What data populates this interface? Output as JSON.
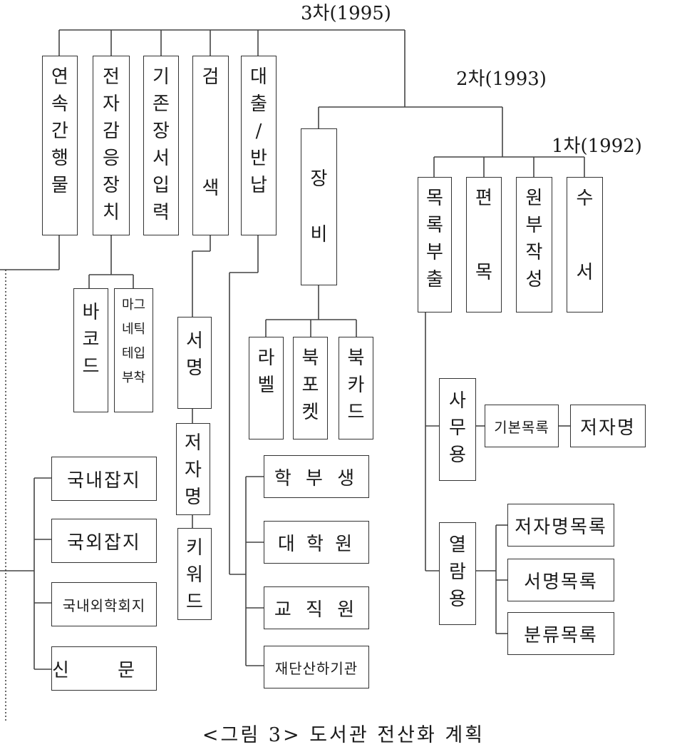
{
  "phases": {
    "third": "3차(1995)",
    "second": "2차(1993)",
    "first": "1차(1992)"
  },
  "caption": "<그림 3> 도서관 전산화 계획",
  "boxes": {
    "serials": "연속간행물",
    "security": "전자감응장치",
    "retro": "기존장서입력",
    "search": "검 색",
    "circulation": "대출/반납",
    "processing": "장비",
    "catalog_output": "목록부출",
    "cataloging": "편목",
    "worksheet": "원부작성",
    "acquisition": "수서",
    "barcode": "바코드",
    "magnetic_tape": "마그네틱테입부착",
    "title": "서명",
    "author": "저자명",
    "keyword": "키워드",
    "label": "라벨",
    "book_pocket": "북포켓",
    "book_card": "북카드",
    "office_use": "사무용",
    "basic_catalog": "기본목록",
    "office_author": "저자명",
    "reading_use": "열람용",
    "author_catalog": "저자명목록",
    "title_catalog": "서명목록",
    "class_catalog": "분류목록",
    "domestic_mag": "국내잡지",
    "foreign_mag": "국외잡지",
    "academic_journal": "국내외학회지",
    "newspaper": "신 문",
    "undergrad": "학 부 생",
    "grad": "대 학 원",
    "faculty": "교 직 원",
    "affiliated": "재단산하기관"
  }
}
